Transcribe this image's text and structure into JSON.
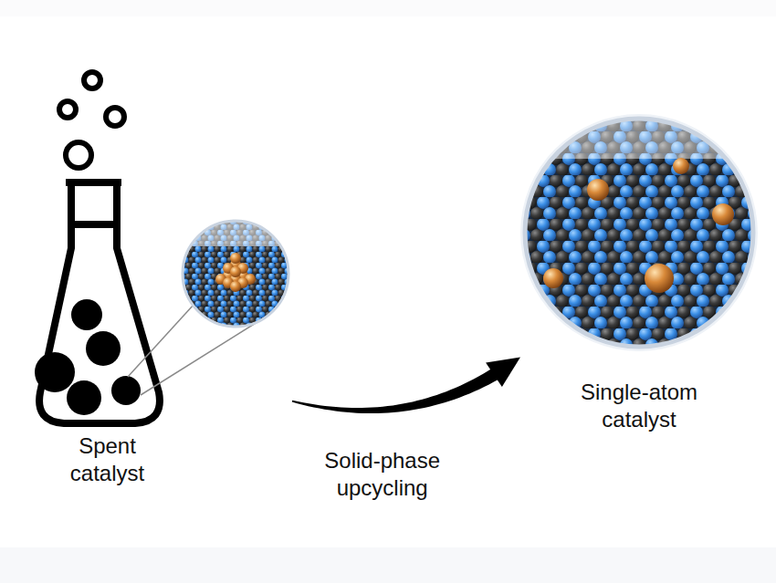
{
  "diagram": {
    "nodes": [
      {
        "text": [
          "Spent catalyst"
        ]
      },
      {
        "text": [
          "Single-atom catalyst"
        ]
      }
    ],
    "edges": [
      {
        "from": 0,
        "to": 1,
        "arrow": "to",
        "label": "Solid-phase upcycling"
      }
    ]
  }
}
